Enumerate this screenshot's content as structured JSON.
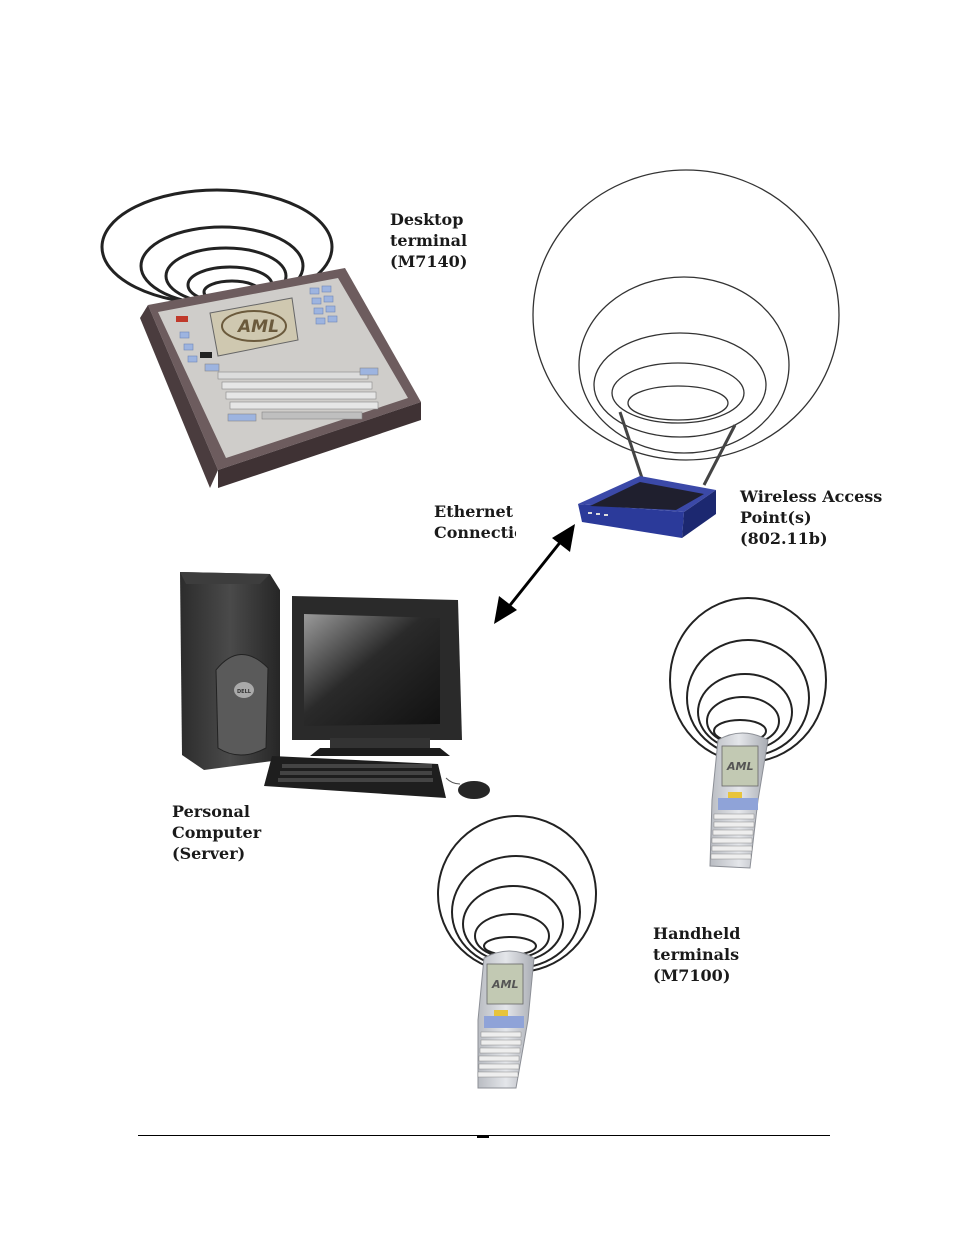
{
  "labels": {
    "desktop": [
      "Desktop",
      "terminal",
      "(M7140)"
    ],
    "wap": [
      "Wireless Access",
      "Point(s)",
      "(802.11b)"
    ],
    "ethernet": [
      "Ethernet",
      "Connection"
    ],
    "pc": [
      "Personal",
      "Computer",
      "(Server)"
    ],
    "handheld": [
      "Handheld",
      "terminals",
      "(M7100)"
    ]
  },
  "logos": {
    "terminal_brand": "AML",
    "pc_brand": "DELL"
  },
  "icons": {
    "desktop": "desktop-terminal-icon",
    "router": "wireless-router-icon",
    "pc": "desktop-computer-icon",
    "handheld": "handheld-terminal-icon",
    "link": "double-arrow-icon"
  },
  "colors": {
    "signal_rings": "#222222",
    "router_blue": "#2b3a9a",
    "terminal_body": "#5a4a4c",
    "handheld_keys": "#8fa3d8",
    "handheld_yellow": "#e8c43c"
  }
}
